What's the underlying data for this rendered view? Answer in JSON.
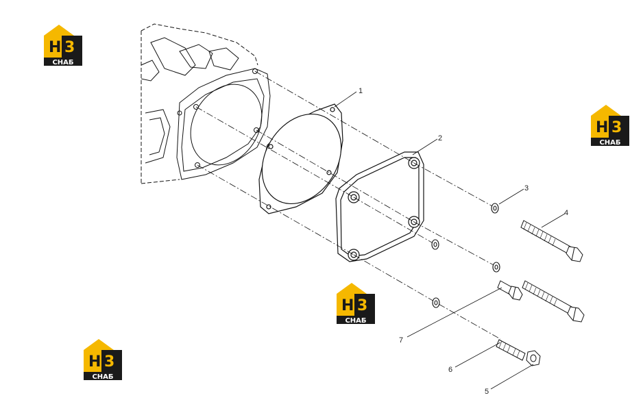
{
  "callouts": [
    {
      "id": "1",
      "text": "1"
    },
    {
      "id": "2",
      "text": "2"
    },
    {
      "id": "3",
      "text": "3"
    },
    {
      "id": "4",
      "text": "4"
    },
    {
      "id": "5",
      "text": "5"
    },
    {
      "id": "6",
      "text": "6"
    },
    {
      "id": "7",
      "text": "7"
    }
  ],
  "watermark": {
    "logo_text": "H3",
    "brand_text": "СНАБ",
    "accent_color": "#f5b800",
    "dark_color": "#1a1a1a"
  },
  "colors": {
    "line": "#111111",
    "background": "#ffffff"
  }
}
